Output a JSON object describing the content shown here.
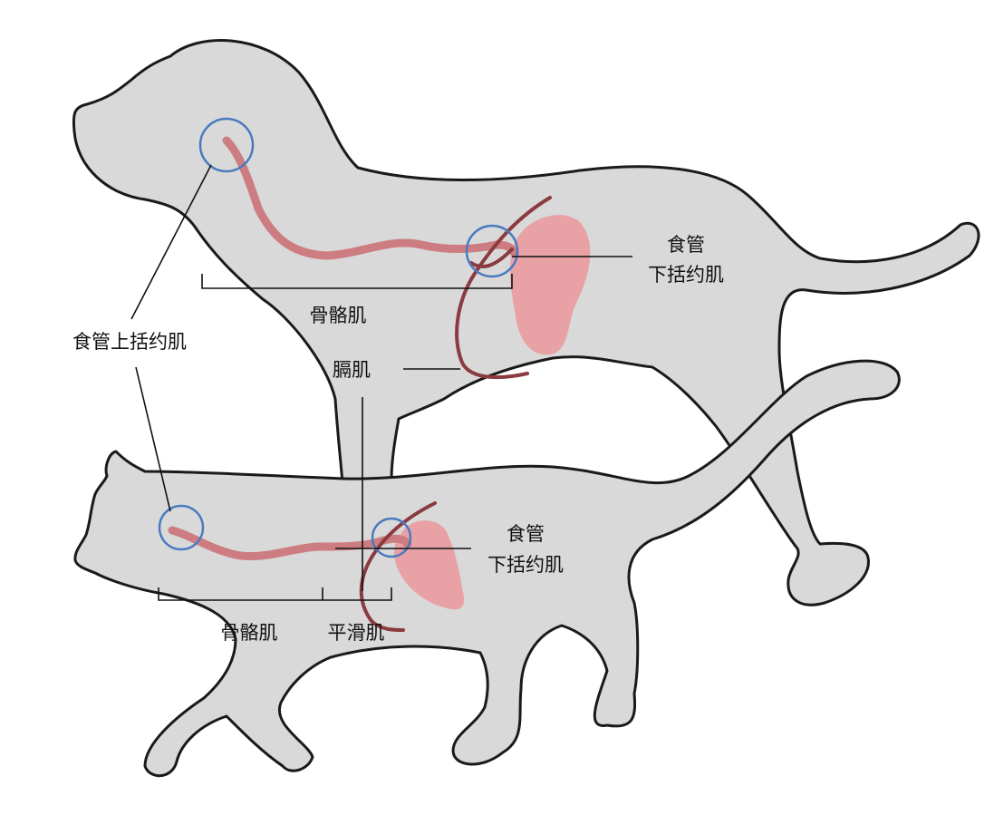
{
  "dog": {
    "labels": {
      "les_line1": "食管",
      "les_line2": "下括约肌",
      "skeletal_muscle": "骨骼肌",
      "diaphragm": "膈肌"
    }
  },
  "shared": {
    "ues": "食管上括约肌"
  },
  "cat": {
    "labels": {
      "les_line1": "食管",
      "les_line2": "下括约肌",
      "skeletal_muscle": "骨骼肌",
      "smooth_muscle": "平滑肌"
    }
  },
  "colors": {
    "silhouette_fill": "#d9d9d9",
    "outline": "#1a1a1a",
    "esophagus": "#cd7d81",
    "stomach": "#e8a2a6",
    "diaphragm": "#8b3b40",
    "sphincter_circle": "#4a7abf"
  }
}
